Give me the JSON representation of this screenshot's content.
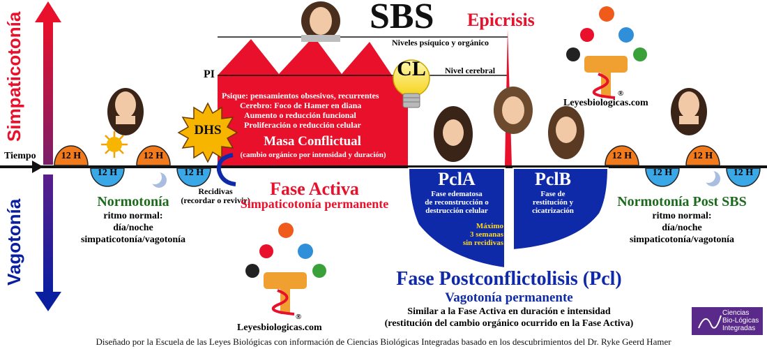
{
  "header": {
    "title": "SBS",
    "epicrisis": "Epicrisis",
    "levels_label": "Niveles psíquico y orgánico",
    "cerebral_label": "Nivel cerebral",
    "pi_label": "PI",
    "cl_label": "CL"
  },
  "axis": {
    "sympathicotonia": "Simpaticotonía",
    "vagotonia": "Vagotonía",
    "time_label": "Tiempo"
  },
  "cycle": {
    "h12": "12 H"
  },
  "dhs": {
    "label": "DHS"
  },
  "active_mass": {
    "lines": [
      "Psique: pensamientos obsesivos, recurrentes",
      "Cerebro: Foco de Hamer en diana",
      "Aumento o reducción funcional",
      "Proliferación o reducción celular"
    ],
    "title": "Masa Conflictual",
    "subtitle": "(cambio orgánico por intensidad y duración)"
  },
  "recidivas": {
    "line1": "Recidivas",
    "line2": "(recordar o revivir)"
  },
  "normotonia_left": {
    "title": "Normotonía",
    "lines": [
      "ritmo normal:",
      "día/noche",
      "simpaticotonía/vagotonía"
    ]
  },
  "fase_activa": {
    "title": "Fase Activa",
    "subtitle": "Simpaticotonía permanente"
  },
  "pcla": {
    "title": "PclA",
    "lines": [
      "Fase edematosa",
      "de reconstrucción o",
      "destrucción celular"
    ],
    "note": [
      "Máximo",
      "3 semanas",
      "sin recidivas"
    ]
  },
  "pclb": {
    "title": "PclB",
    "lines": [
      "Fase de",
      "restitución y",
      "cicatrización"
    ]
  },
  "normotonia_right": {
    "title": "Normotonía Post SBS",
    "lines": [
      "ritmo normal:",
      "día/noche",
      "simpaticotonía/vagotonía"
    ]
  },
  "pcl": {
    "title": "Fase Postconflictolisis (Pcl)",
    "subtitle": "Vagotonía permanente",
    "lines": [
      "Similar a la Fase Activa en duración e intensidad",
      "(restitución del cambio orgánico ocurrido en la Fase Activa)"
    ]
  },
  "brand": {
    "site": "Leyesbiologicas.com",
    "cbi_lines": [
      "Ciencias",
      "Bio-Lógicas",
      "Integradas"
    ],
    "registered": "®"
  },
  "footer": {
    "credit": "Diseñado por la Escuela de las Leyes Biológicas con información de Ciencias Biológicas Integradas basado en los descubrimientos del Dr. Ryke Geerd Hamer"
  },
  "colors": {
    "red": "#e8102a",
    "blue": "#0a1e8c",
    "green": "#1c6b1c",
    "orange": "#f07a1c",
    "lightblue": "#3aa8e6",
    "pcl_blue": "#0f2aa8"
  }
}
